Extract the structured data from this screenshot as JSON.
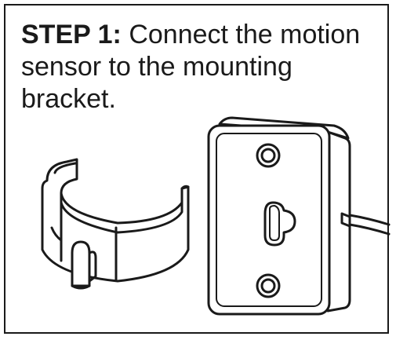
{
  "instruction": {
    "step_label": "STEP 1:",
    "text": " Connect the motion sensor to the mounting bracket."
  },
  "illustration": {
    "items": [
      "mounting-bracket",
      "motion-sensor"
    ],
    "line_color": "#1a1a1a",
    "fill_color": "#ffffff"
  }
}
